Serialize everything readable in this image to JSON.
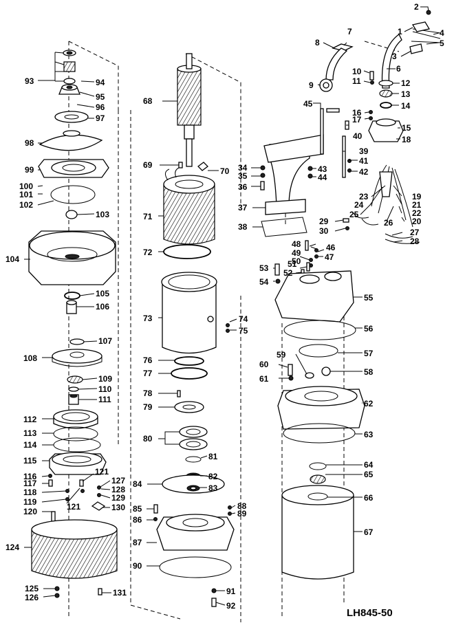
{
  "drawing_code": "LH845-50",
  "part_numbers": [
    "1",
    "2",
    "3",
    "4",
    "5",
    "6",
    "7",
    "8",
    "9",
    "10",
    "11",
    "12",
    "13",
    "14",
    "15",
    "16",
    "17",
    "18",
    "19",
    "20",
    "21",
    "22",
    "23",
    "24",
    "25",
    "26",
    "27",
    "28",
    "29",
    "30",
    "34",
    "35",
    "36",
    "37",
    "38",
    "39",
    "40",
    "41",
    "42",
    "43",
    "44",
    "45",
    "46",
    "47",
    "48",
    "49",
    "50",
    "51",
    "52",
    "53",
    "54",
    "55",
    "56",
    "57",
    "58",
    "59",
    "60",
    "61",
    "62",
    "63",
    "64",
    "65",
    "66",
    "67",
    "68",
    "69",
    "70",
    "71",
    "72",
    "73",
    "74",
    "75",
    "76",
    "77",
    "78",
    "79",
    "80",
    "81",
    "82",
    "83",
    "84",
    "85",
    "86",
    "87",
    "88",
    "89",
    "90",
    "91",
    "92",
    "93",
    "94",
    "95",
    "96",
    "97",
    "98",
    "99",
    "100",
    "101",
    "102",
    "103",
    "104",
    "105",
    "106",
    "107",
    "108",
    "109",
    "110",
    "111",
    "112",
    "113",
    "114",
    "115",
    "116",
    "117",
    "118",
    "119",
    "120",
    "121",
    "121",
    "124",
    "125",
    "126",
    "127",
    "128",
    "129",
    "130",
    "131"
  ]
}
